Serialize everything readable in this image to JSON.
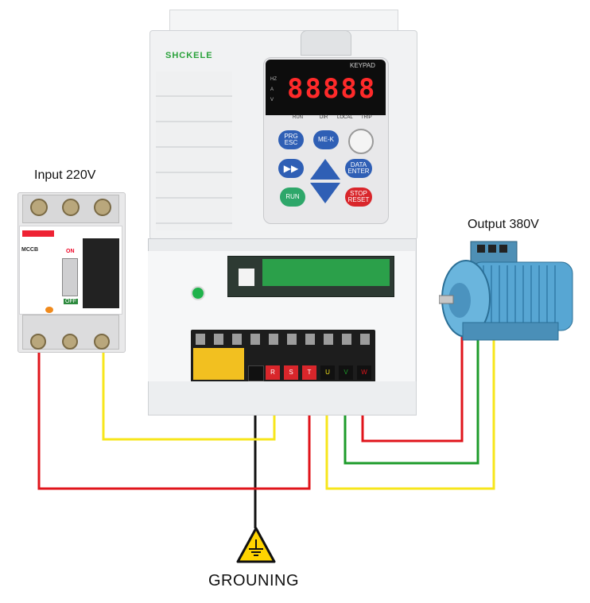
{
  "labels": {
    "input": "Input 220V",
    "output": "Output 380V",
    "ground": "GROUNING"
  },
  "vfd": {
    "brand": "SHCKELE",
    "keypad_title": "KEYPAD",
    "display": "88888",
    "indicators": [
      "HZ",
      "A",
      "V"
    ],
    "led_labels": [
      "RUN",
      "DIR",
      "LOCAL",
      "TRIP"
    ],
    "buttons": {
      "prg": "PRG\nESC",
      "me": "ME-K",
      "data": "DATA\nENTER",
      "run": "RUN",
      "stop": "STOP\nRESET"
    },
    "terminals": [
      "",
      "R",
      "S",
      "T",
      "U",
      "V",
      "W"
    ]
  },
  "breaker": {
    "title": "MCCB",
    "on_label": "ON",
    "off_label": "OFF"
  },
  "wire_colors": {
    "red": "#e0141b",
    "yellow": "#f7e61b",
    "green": "#1d9b2a",
    "black": "#111111"
  }
}
